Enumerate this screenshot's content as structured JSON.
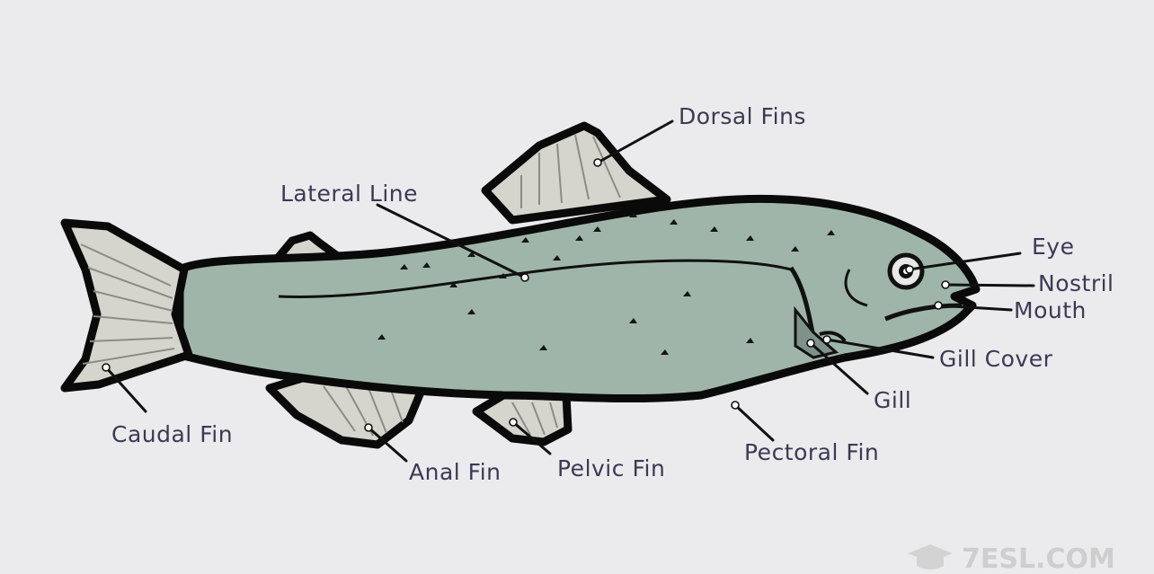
{
  "diagram": {
    "labels": {
      "dorsal_fins": "Dorsal Fins",
      "lateral_line": "Lateral Line",
      "eye": "Eye",
      "nostril": "Nostril",
      "mouth": "Mouth",
      "gill_cover": "Gill Cover",
      "gill": "Gill",
      "pectoral_fin": "Pectoral Fin",
      "pelvic_fin": "Pelvic Fin",
      "anal_fin": "Anal Fin",
      "caudal_fin": "Caudal Fin"
    },
    "colors": {
      "background": "#ebebed",
      "body": "#9fb5aa",
      "fins": "#d6d5cd",
      "outline": "#0a0a0a",
      "label_text": "#3b3a55"
    }
  },
  "watermark": {
    "text": "7ESL.COM",
    "icon": "graduation-cap-icon"
  }
}
